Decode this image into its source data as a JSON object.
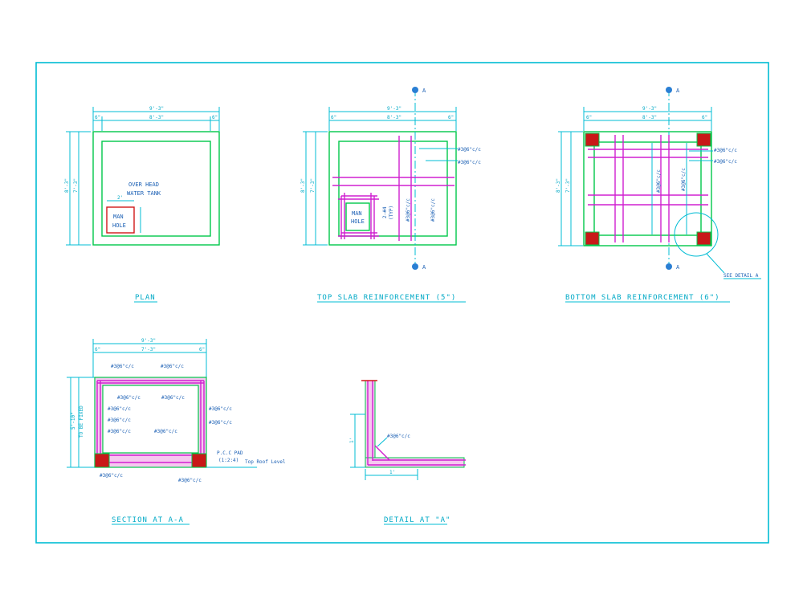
{
  "drawing": {
    "plan": {
      "title": "PLAN",
      "dim_overall": "9'-3\"",
      "dim_inner": "8'-3\"",
      "dim_edge": "6\"",
      "dim_height_overall": "8'-3\"",
      "dim_height_inner": "7'-3\"",
      "tank_label_1": "OVER HEAD",
      "tank_label_2": "WATER TANK",
      "manhole_1": "MAN",
      "manhole_2": "HOLE",
      "manhole_dim": "2'"
    },
    "top_slab": {
      "title": "TOP SLAB REINFORCEMENT (5\")",
      "dim_overall": "9'-3\"",
      "dim_inner": "8'-3\"",
      "dim_edge": "6\"",
      "dim_height_overall": "8'-3\"",
      "dim_height_inner": "7'-3\"",
      "bar_note_1": "#3@6\"c/c",
      "bar_note_2": "#3@6\"c/c",
      "bar_note_3": "2-#4",
      "bar_note_4": "(TYP)",
      "bar_note_5": "#3@6\"c/c",
      "bar_note_6": "#3@6\"c/c",
      "section_mark": "A",
      "manhole_1": "MAN",
      "manhole_2": "HOLE"
    },
    "bottom_slab": {
      "title": "BOTTOM SLAB REINFORCEMENT (6\")",
      "dim_overall": "9'-3\"",
      "dim_inner": "8'-3\"",
      "dim_edge": "6\"",
      "dim_height_overall": "8'-3\"",
      "dim_height_inner": "7'-3\"",
      "bar_note_1": "#3@6\"c/c",
      "bar_note_2": "#3@6\"c/c",
      "bar_note_3": "#3@6\"c/c",
      "bar_note_4": "#3@6\"c/c",
      "section_mark": "A",
      "see_detail": "SEE DETAIL A"
    },
    "section": {
      "title": "SECTION AT A-A",
      "dim_overall": "9'-3\"",
      "dim_inner": "7'-3\"",
      "dim_edge": "6\"",
      "dim_height": "5'-10\"",
      "height_note": "TO BE FIXED",
      "notes": [
        "#3@6\"c/c",
        "#3@6\"c/c",
        "#3@6\"c/c",
        "#3@6\"c/c",
        "#3@6\"c/c",
        "#3@6\"c/c",
        "#3@6\"c/c",
        "#3@6\"c/c",
        "#3@6\"c/c",
        "#3@6\"c/c",
        "#3@6\"c/c",
        "#3@6\"c/c"
      ],
      "pcc_1": "P.C.C PAD",
      "pcc_2": "(1:2:4)",
      "roof_level": "Top Roof Level"
    },
    "detail": {
      "title": "DETAIL AT \"A\"",
      "bar_note": "#3@6\"c/c",
      "dim_v": "1'",
      "dim_h": "1'"
    }
  },
  "colors": {
    "border": "#00bcd4",
    "concrete": "#00c84a",
    "rebar": "#d020d0",
    "manhole": "#d01818",
    "dimension": "#00a9c6",
    "text": "#1a5fb4"
  }
}
